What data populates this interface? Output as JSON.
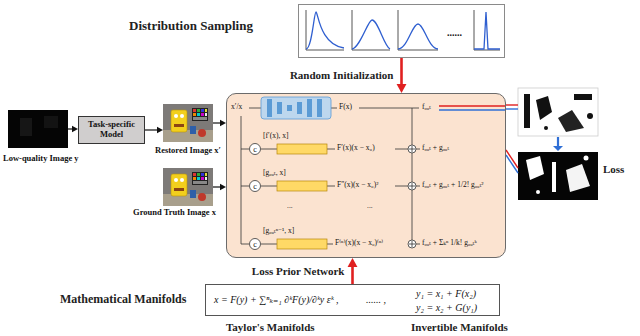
{
  "diagram": {
    "nodes": [
      {
        "text": [
          "Distribution Sampling",
          "......"
        ]
      },
      {
        "text": [
          "Low-quality Image y"
        ]
      },
      {
        "text": [
          "Task-specific Model"
        ]
      },
      {
        "text": [
          "Restored Image x′"
        ]
      },
      {
        "text": [
          "Ground Truth Image x"
        ]
      },
      {
        "text": [
          "x′/x",
          "F(x)",
          "fₒᵤₜ",
          "[f′(x), x]",
          "F′(x)(x − x₀)",
          "fₒᵤₜ + gₒᵤₜ",
          "[gₒᵤₜ, x]",
          "F″(x)(x − x₀)²",
          "fₒᵤₜ + gₒᵤₜ + 1/2! gₒᵤₜ²",
          "...",
          "...",
          "[gₒᵤₜⁿ⁻¹, x]",
          "F⁽ⁿ⁾(x)(x − x₀)⁽ⁿ⁾",
          "fₒᵤₜ + Σₖⁿ 1/k! gₒᵤₜᵏ"
        ]
      },
      {
        "text": [
          "c"
        ],
        "in": 5
      },
      {
        "text": [
          "c"
        ],
        "in": 5
      },
      {
        "text": [
          "c"
        ],
        "in": 5
      },
      {
        "text": [
          "Mathematical Manifolds",
          "x = F(y) + ∑ⁿₖ₌₁ ∂ᵏF(y)/∂ᵏy εᵏ ,",
          "...... ,",
          "y₁ = x₁ + F(x₂)",
          "y₂ = x₂ + G(y₁)",
          "Taylor's Manifolds",
          "Invertible Manifolds"
        ]
      }
    ],
    "edges": [
      {
        "from": 1,
        "to": 2,
        "arrow": "to"
      },
      {
        "from": 2,
        "to": 3,
        "arrow": "to"
      },
      {
        "from": 3,
        "to": 5,
        "arrow": "to"
      },
      {
        "from": 4,
        "to": 5,
        "arrow": "to"
      },
      {
        "from": 0,
        "to": 5,
        "label": "Random Initialization",
        "arrow": "to"
      },
      {
        "from": 9,
        "to": 5,
        "label": "Loss Prior Network",
        "arrow": "to"
      }
    ],
    "labels": [
      "Loss"
    ]
  }
}
